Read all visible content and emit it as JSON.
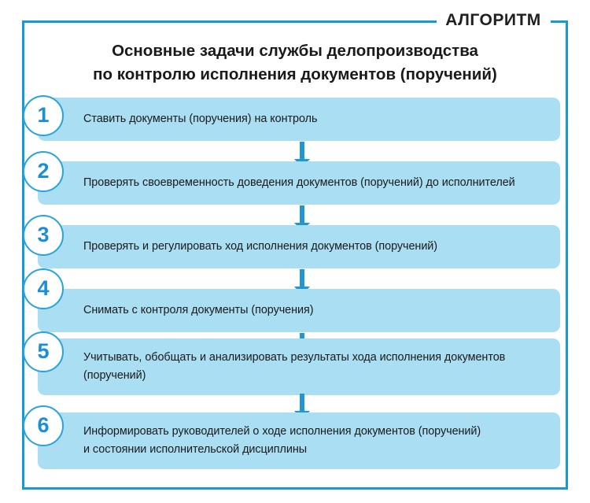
{
  "poster": {
    "badge_label": "АЛГОРИТМ",
    "title_line1": "Основные задачи службы делопроизводства",
    "title_line2": "по контролю исполнения документов (поручений)",
    "colors": {
      "frame_border": "#159ad6",
      "bar_fill": "#aadef3",
      "circle_ring": "#27a3dd",
      "circle_number": "#1b8fd4",
      "arrow": "#2196d4",
      "text": "#1a1a1a",
      "background": "#ffffff"
    }
  },
  "steps": [
    {
      "number": "1",
      "lines": [
        "Ставить документы (поручения) на контроль"
      ]
    },
    {
      "number": "2",
      "lines": [
        "Проверять своевременность доведения документов (поручений) до исполнителей"
      ]
    },
    {
      "number": "3",
      "lines": [
        "Проверять и регулировать ход исполнения документов (поручений)"
      ]
    },
    {
      "number": "4",
      "lines": [
        "Снимать с контроля документы (поручения)"
      ]
    },
    {
      "number": "5",
      "lines": [
        "Учитывать, обобщать и анализировать результаты хода исполнения документов",
        "(поручений)"
      ]
    },
    {
      "number": "6",
      "lines": [
        "Информировать руководителей о ходе исполнения документов (поручений)",
        "и состоянии исполнительской дисциплины"
      ]
    }
  ]
}
